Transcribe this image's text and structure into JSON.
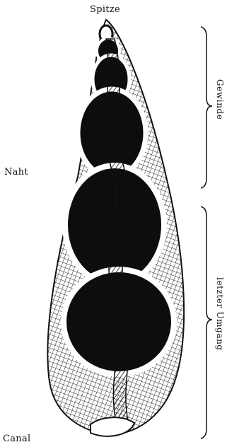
{
  "labels": {
    "apex": "Spitze",
    "suture": "Naht",
    "canal": "Canal",
    "spire": "Gewinde",
    "last_whorl": "letzter Umgang"
  },
  "colors": {
    "ink": "#111111",
    "paper": "#ffffff",
    "cavity": "#0d0d0d"
  }
}
